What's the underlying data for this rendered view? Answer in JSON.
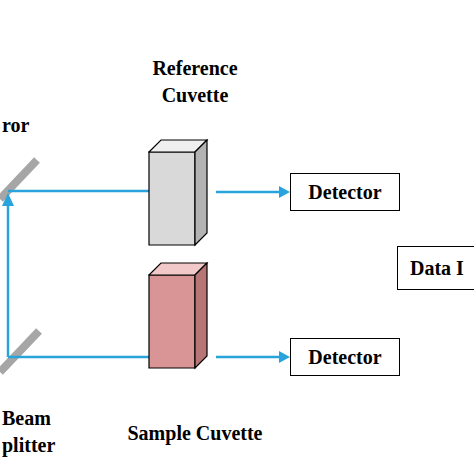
{
  "diagram": {
    "nodes": [
      {
        "text": [
          "Reference Cuvette"
        ]
      },
      {
        "text": [
          "Detector"
        ]
      },
      {
        "text": [
          "Sample Cuvette"
        ]
      },
      {
        "text": [
          "Detector"
        ]
      },
      {
        "text": [
          "Data I"
        ]
      }
    ],
    "edges": [
      {
        "from": 0,
        "to": 1,
        "arrow": "to"
      },
      {
        "from": 2,
        "to": 3,
        "arrow": "to"
      },
      {
        "from": 1,
        "to": 4,
        "arrow": "none"
      },
      {
        "from": 3,
        "to": 4,
        "arrow": "none"
      }
    ],
    "labels": [
      "ror",
      "Beam plitter"
    ]
  }
}
